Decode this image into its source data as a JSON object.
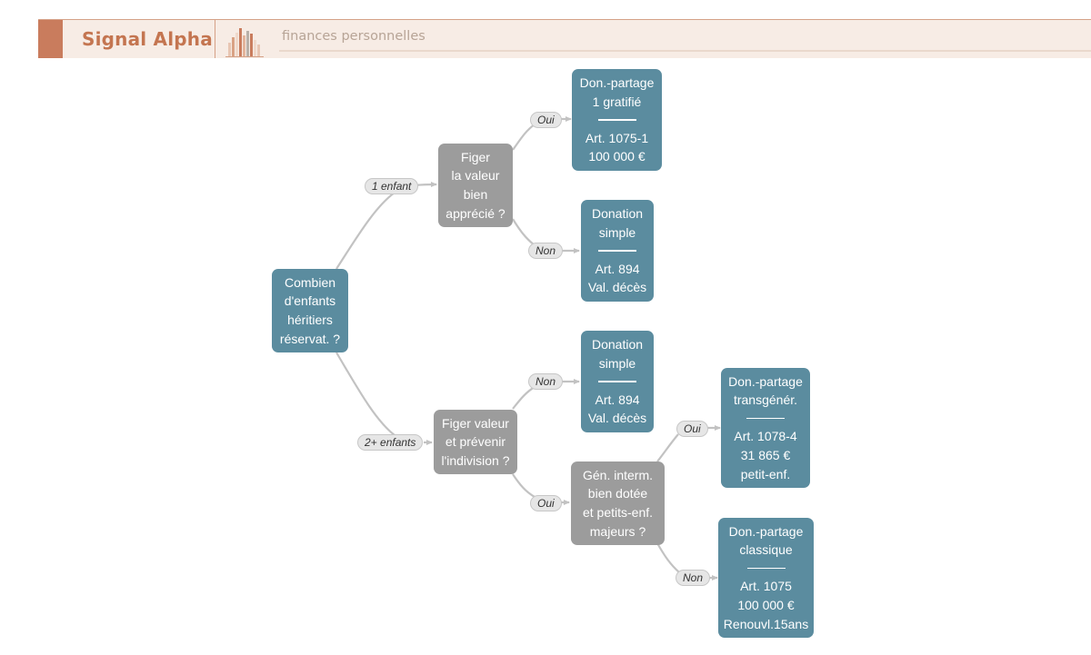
{
  "header": {
    "brand": "Signal Alpha",
    "tagline": "finances personnelles",
    "logo_icon": "bar-chart-logo-icon"
  },
  "colors": {
    "decision_node": "#5b8c9f",
    "question_node": "#9c9c9c",
    "edge": "#c2c2c2",
    "brand": "#c47550",
    "banner_background": "#f7ece5"
  },
  "diagram": {
    "nodes": {
      "root": [
        "Combien",
        "d'enfants",
        "héritiers",
        "réservat. ?"
      ],
      "q_one": [
        "Figer",
        "la valeur",
        "bien",
        "apprécié ?"
      ],
      "r_one_yes": {
        "title": [
          "Don.-partage",
          "1 gratifié"
        ],
        "detail": [
          "Art. 1075-1",
          "100 000 €"
        ]
      },
      "r_one_no": {
        "title": [
          "Donation",
          "simple"
        ],
        "detail": [
          "Art. 894",
          "Val. décès"
        ]
      },
      "q_two": [
        "Figer valeur",
        "et prévenir",
        "l'indivision ?"
      ],
      "r_two_no": {
        "title": [
          "Donation",
          "simple"
        ],
        "detail": [
          "Art. 894",
          "Val. décès"
        ]
      },
      "q_gen": [
        "Gén. interm.",
        "bien dotée",
        "et petits-enf.",
        "majeurs ?"
      ],
      "r_gen_yes": {
        "title": [
          "Don.-partage",
          "transgénér."
        ],
        "detail": [
          "Art. 1078-4",
          "31 865 €",
          "petit-enf."
        ]
      },
      "r_gen_no": {
        "title": [
          "Don.-partage",
          "classique"
        ],
        "detail": [
          "Art. 1075",
          "100 000 €",
          "Renouvl.15ans"
        ]
      }
    },
    "edge_labels": {
      "one_child": "1 enfant",
      "two_plus": "2+ enfants",
      "one_yes": "Oui",
      "one_no": "Non",
      "two_no": "Non",
      "two_yes": "Oui",
      "gen_yes": "Oui",
      "gen_no": "Non"
    }
  }
}
